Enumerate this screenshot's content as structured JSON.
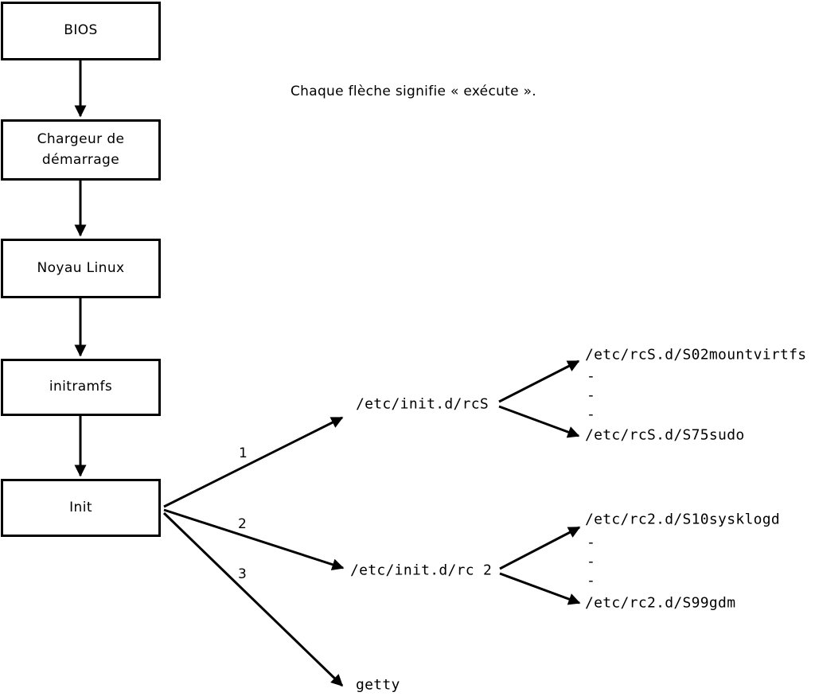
{
  "note": "Chaque flèche signifie « exécute ».",
  "boxes": {
    "bios": "BIOS",
    "bootloader": "Chargeur de démarrage",
    "kernel": "Noyau Linux",
    "initramfs": "initramfs",
    "init": "Init"
  },
  "arrow_labels": {
    "rcs": "1",
    "rc2": "2",
    "getty": "3"
  },
  "targets": {
    "rcs": "/etc/init.d/rcS",
    "rc2": "/etc/init.d/rc 2",
    "getty": "getty"
  },
  "rcs_children": {
    "first": "/etc/rcS.d/S02mountvirtfs",
    "ellipsis": [
      "-",
      "-",
      "-"
    ],
    "last": "/etc/rcS.d/S75sudo"
  },
  "rc2_children": {
    "first": "/etc/rc2.d/S10sysklogd",
    "ellipsis": [
      "-",
      "-",
      "-"
    ],
    "last": "/etc/rc2.d/S99gdm"
  },
  "colors": {
    "line": "#000000",
    "background": "#ffffff"
  }
}
